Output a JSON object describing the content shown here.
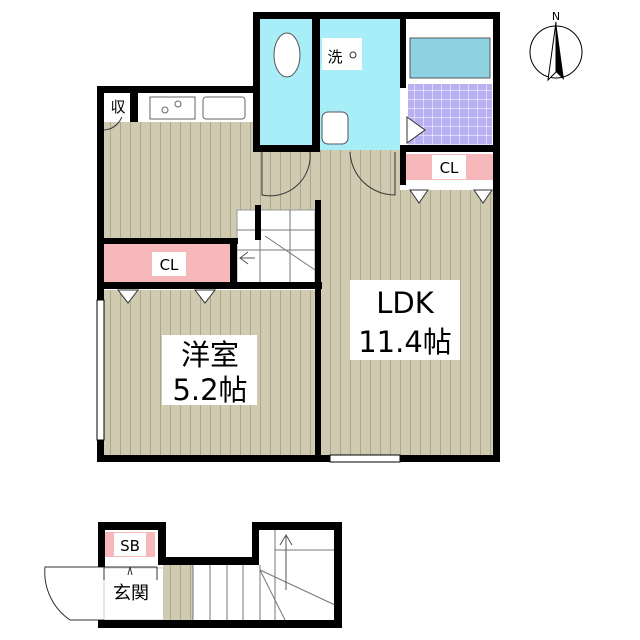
{
  "compass": {
    "north_label": "N",
    "icon": "north-arrow-icon"
  },
  "rooms": {
    "storage": "収",
    "washer": "洗",
    "closet_right": "CL",
    "closet_left": "CL",
    "western_room": {
      "name": "洋室",
      "size": "5.2帖"
    },
    "ldk": {
      "name": "LDK",
      "size": "11.4帖"
    },
    "shoe_box": "SB",
    "entrance": "玄関"
  },
  "colors": {
    "wall": "#000000",
    "floor": "#cfcab0",
    "wet_area": "#a8eef8",
    "closet": "#f7b8bb",
    "tub": "#8fd3e3",
    "tile": "#b8b0f0"
  }
}
